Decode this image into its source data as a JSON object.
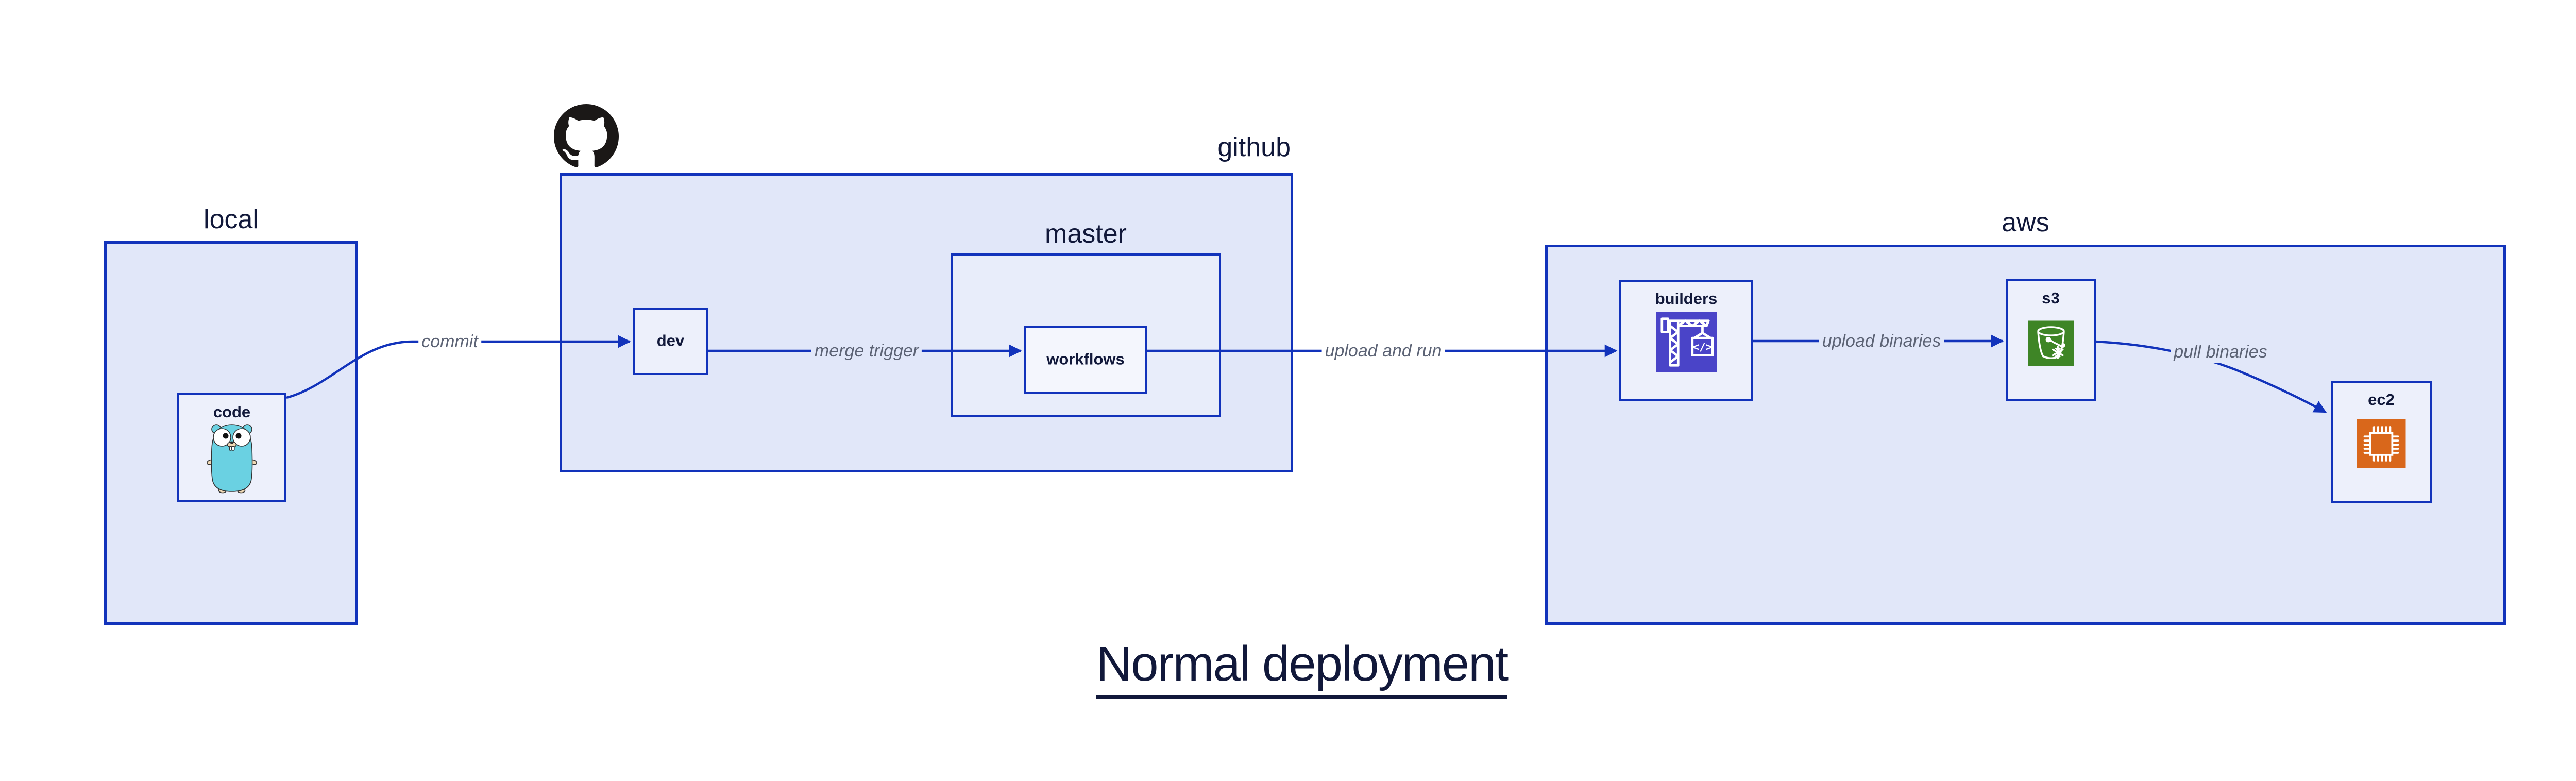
{
  "diagram": {
    "title": "Normal deployment",
    "groups": {
      "local": {
        "label": "local"
      },
      "github": {
        "label": "github"
      },
      "master": {
        "label": "master"
      },
      "aws": {
        "label": "aws"
      }
    },
    "nodes": {
      "code": {
        "label": "code"
      },
      "dev": {
        "label": "dev"
      },
      "workflows": {
        "label": "workflows"
      },
      "builders": {
        "label": "builders"
      },
      "s3": {
        "label": "s3"
      },
      "ec2": {
        "label": "ec2"
      }
    },
    "edges": {
      "commit": {
        "label": "commit"
      },
      "merge_trigger": {
        "label": "merge trigger"
      },
      "upload_and_run": {
        "label": "upload and run"
      },
      "upload_binaries": {
        "label": "upload binaries"
      },
      "pull_binaries": {
        "label": "pull binaries"
      }
    },
    "icons": {
      "gopher": "go-gopher-icon",
      "github": "github-octocat-logo",
      "builders": "aws-codebuild-crane-icon",
      "s3": "aws-s3-glacier-bucket-icon",
      "ec2": "aws-ec2-chip-icon"
    },
    "colors": {
      "canvas_bg": "#ffffff",
      "group_fill": "#e1e7f9",
      "node_fill": "#edf0fb",
      "master_fill": "#e8edfa",
      "workflows_fill": "#f4f6fd",
      "stroke_blue": "#1233bb",
      "text_dark": "#11183a",
      "edge_label_gray": "#5c6375",
      "github_black": "#1b1817",
      "codebuild_purple": "#4a44c8",
      "s3_green": "#3e8526",
      "ec2_orange": "#d9671b",
      "gopher_teal": "#6ad1e2",
      "gopher_tan": "#f0d9b5"
    }
  }
}
